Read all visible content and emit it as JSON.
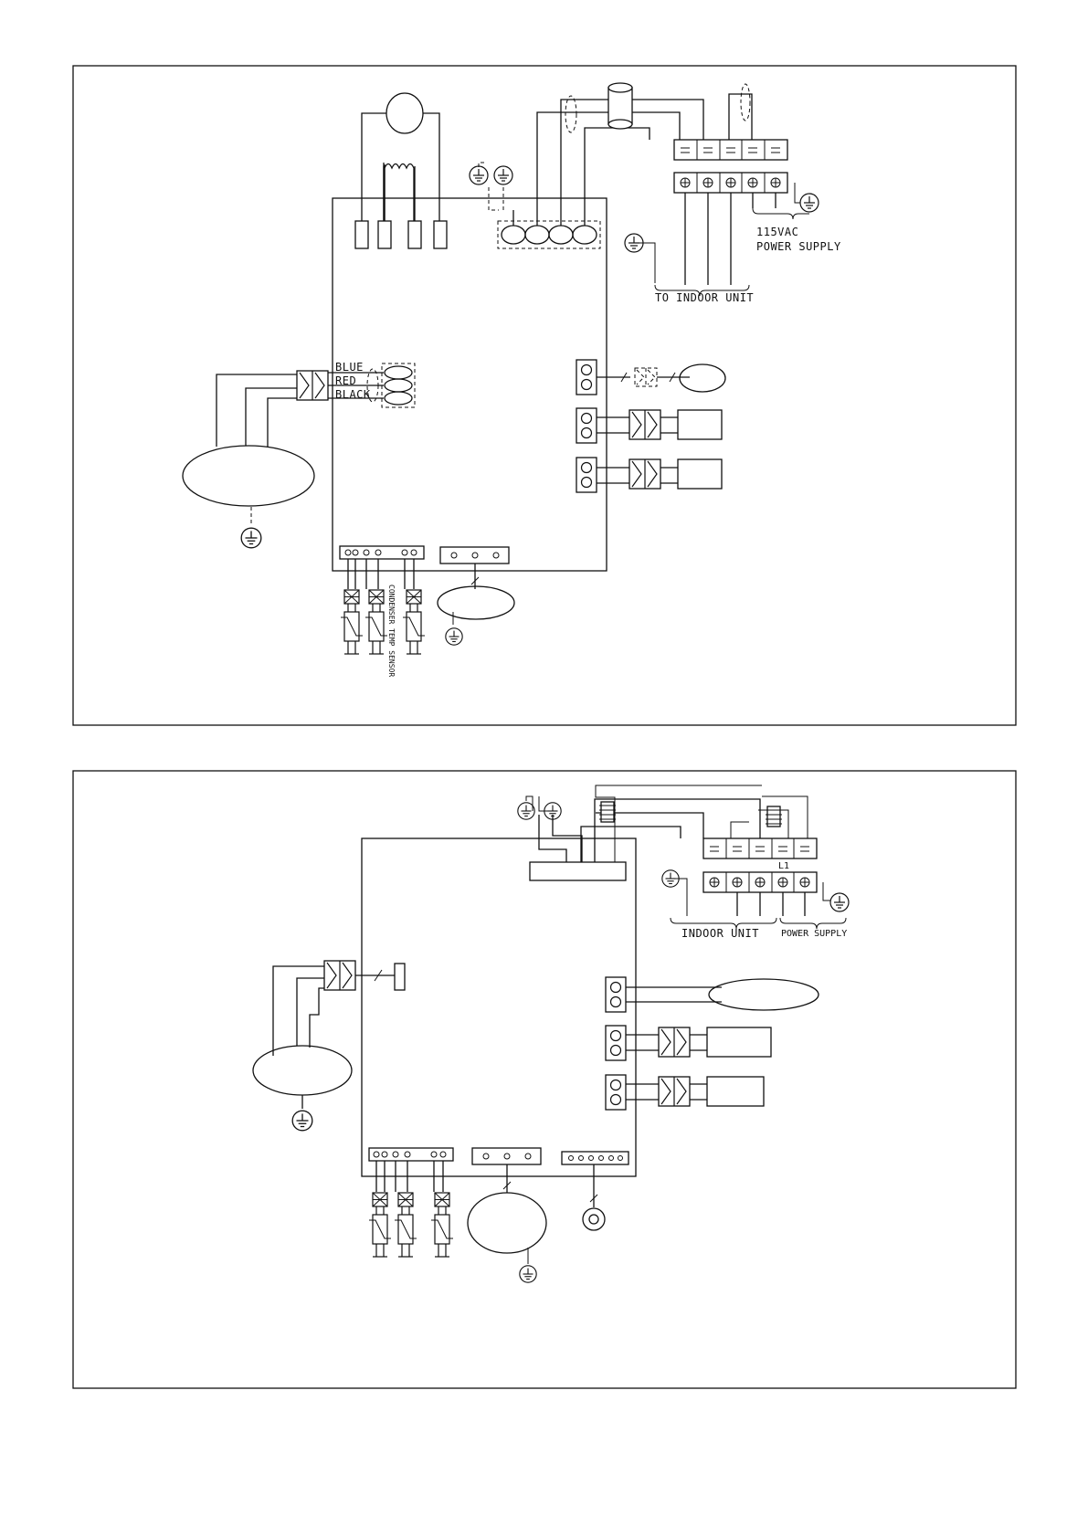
{
  "diagram1": {
    "supply_voltage": "115VAC",
    "power_supply": "POWER SUPPLY",
    "to_indoor_unit": "TO INDOOR UNIT",
    "wire_blue": "BLUE",
    "wire_red": "RED",
    "wire_black": "BLACK",
    "sensor_label": "CONDENSER TEMP SENSOR"
  },
  "diagram2": {
    "indoor_unit": "INDOOR UNIT",
    "power_supply": "POWER SUPPLY",
    "terminal_l1": "L1"
  }
}
